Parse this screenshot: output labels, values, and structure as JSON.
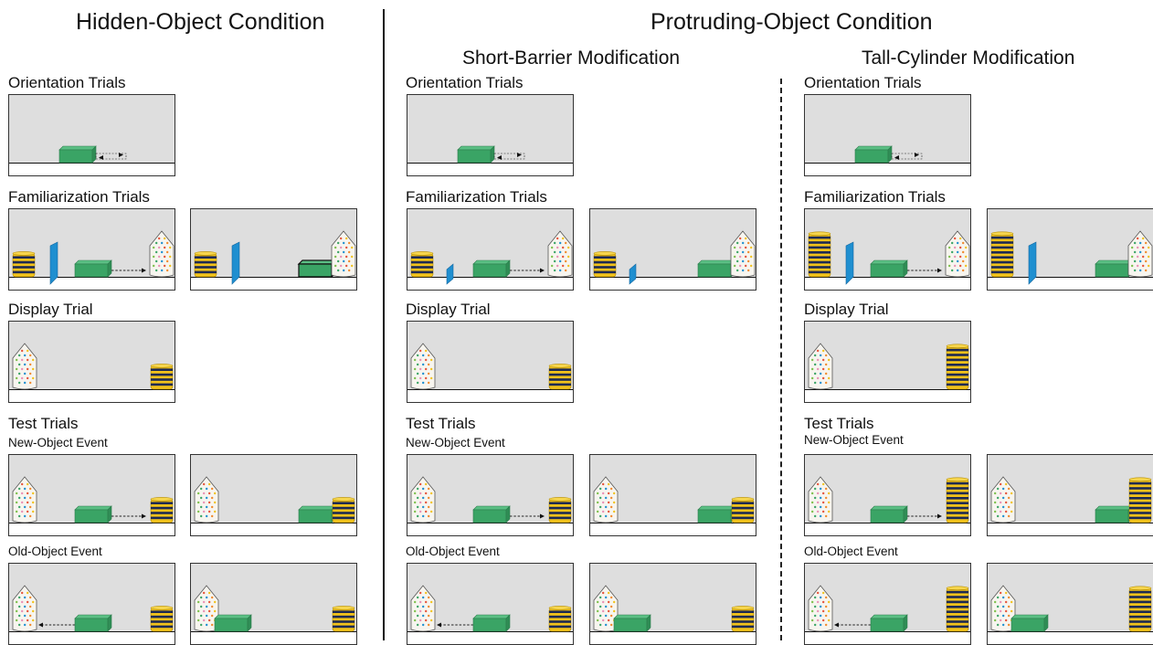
{
  "hidden_condition": {
    "title": "Hidden-Object Condition",
    "orientation_label": "Orientation Trials",
    "familiarization_label": "Familiarization Trials",
    "display_label": "Display Trial",
    "test_label": "Test Trials",
    "new_object_label": "New-Object Event",
    "old_object_label": "Old-Object Event"
  },
  "protruding_condition": {
    "title": "Protruding-Object Condition",
    "short_barrier": {
      "title": "Short-Barrier Modification",
      "orientation_label": "Orientation Trials",
      "familiarization_label": "Familiarization Trials",
      "display_label": "Display Trial",
      "test_label": "Test Trials",
      "new_object_label": "New-Object Event",
      "old_object_label": "Old-Object Event"
    },
    "tall_cylinder": {
      "title": "Tall-Cylinder Modification",
      "orientation_label": "Orientation Trials",
      "familiarization_label": "Familiarization Trials",
      "display_label": "Display Trial",
      "test_label": "Test Trials",
      "new_object_label": "New-Object Event",
      "old_object_label": "Old-Object Event"
    }
  },
  "colors": {
    "stage": "#dedede",
    "floor": "#ffffff",
    "box": "#3aa465",
    "barrier": "#1f8fd0",
    "cylinder_yellow": "#f1c21b",
    "cylinder_stripe": "#1e2a52",
    "cone_body": "#f7f5ef"
  },
  "object_icons": [
    "green-box-icon",
    "blue-barrier-icon",
    "striped-cylinder-icon",
    "dotted-cone-icon",
    "motion-arrow-icon"
  ]
}
